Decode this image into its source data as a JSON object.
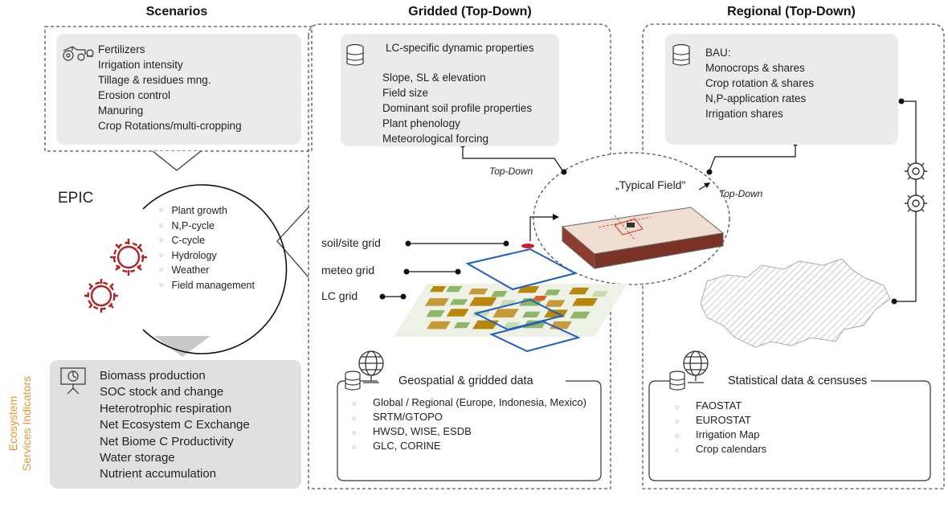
{
  "headers": {
    "scenarios": "Scenarios",
    "gridded": "Gridded (Top-Down)",
    "regional": "Regional (Top-Down)"
  },
  "scenarios": {
    "items": [
      "Fertilizers",
      "Irrigation intensity",
      "Tillage & residues mng.",
      "Erosion control",
      "Manuring",
      "Crop Rotations/multi-cropping"
    ]
  },
  "epic": {
    "title": "EPIC",
    "items": [
      "Plant growth",
      "N,P-cycle",
      "C-cycle",
      "Hydrology",
      "Weather",
      "Field management"
    ]
  },
  "esi": {
    "vertical_label_1": "Ecosystem",
    "vertical_label_2": "Services Indicators",
    "items": [
      "Biomass production",
      "SOC stock and change",
      "Heterotrophic respiration",
      "Net Ecosystem C Exchange",
      "Net Biome C Productivity",
      "Water storage",
      "Nutrient accumulation"
    ]
  },
  "gridded": {
    "items": [
      "LC-specific dynamic properties",
      "Slope, SL & elevation",
      "Field size",
      "Dominant soil profile properties",
      "Plant phenology",
      "Meteorological forcing"
    ],
    "top_down_label": "Top-Down",
    "grid_labels": {
      "soil": "soil/site grid",
      "meteo": "meteo grid",
      "lc": "LC grid"
    },
    "data_title": "Geospatial & gridded data",
    "data_items": [
      "Global / Regional (Europe, Indonesia, Mexico)",
      "SRTM/GTOPO",
      "HWSD, WISE, ESDB",
      "GLC, CORINE"
    ]
  },
  "typical_field": {
    "label": "„Typical Field\"",
    "top_down_label": "Top-Down"
  },
  "regional": {
    "items": [
      "BAU:",
      "Monocrops & shares",
      "Crop rotation & shares",
      "N,P-application rates",
      "Irrigation shares"
    ],
    "data_title": "Statistical data & censuses",
    "data_items": [
      "FAOSTAT",
      "EUROSTAT",
      "Irrigation Map",
      "Crop calendars"
    ]
  },
  "icons": {
    "database": "database-icon",
    "globe": "globe-icon",
    "gear": "gear-icon",
    "tractor": "tractor-icon",
    "presentation": "presentation-icon"
  },
  "colors": {
    "gear_red": "#b02323",
    "esi_orange": "#e3963a",
    "grid_blue": "#1f5fbf",
    "lc_brown": "#b8860b",
    "lc_green": "#8fb56a",
    "field_red": "#c0392b"
  }
}
